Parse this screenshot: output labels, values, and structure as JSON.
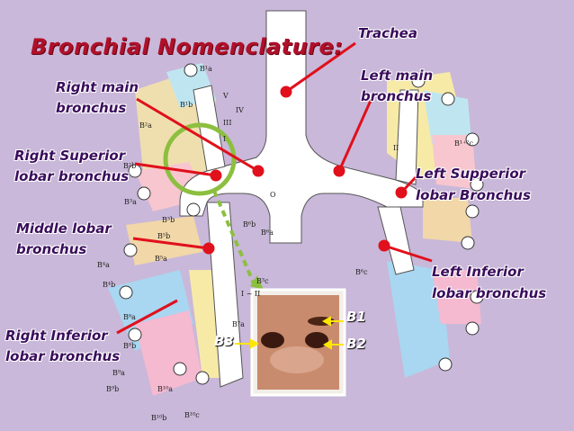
{
  "title": "Bronchial Nomenclature:",
  "labels": {
    "trachea": "Trachea",
    "right_main_1": "Right main",
    "right_main_2": "bronchus",
    "left_main_1": "Left main",
    "left_main_2": "bronchus",
    "right_superior_1": "Right Superior",
    "right_superior_2": "lobar bronchus",
    "left_superior_1": "Left Supperior",
    "left_superior_2": "lobar Bronchus",
    "middle_lobar_1": "Middle lobar",
    "middle_lobar_2": "bronchus",
    "left_inferior_1": "Left Inferior",
    "left_inferior_2": "lobar bronchus",
    "right_inferior_1": "Right Inferior",
    "right_inferior_2": "lobar bronchus"
  },
  "bronchoscopy": {
    "b1": "B1",
    "b2": "B2",
    "b3": "B3"
  },
  "segment_labels": [
    "B¹a",
    "B¹b",
    "B²a",
    "B²b",
    "B³a",
    "B³b",
    "B⁴a",
    "B⁴b",
    "B⁵a",
    "B⁵b",
    "B⁶a",
    "B⁶b",
    "B⁷a",
    "B⁸a",
    "B⁸b",
    "B⁹a",
    "B⁹b",
    "B¹⁰a",
    "B¹⁰b",
    "B¹⁰c",
    "B¹⁺²c",
    "B³c",
    "B⁶c",
    "V",
    "IV",
    "III",
    "II",
    "I",
    "O",
    "I ~ II"
  ],
  "colors": {
    "background": "#c9b8d9",
    "label_text": "#3a0d5c",
    "title_text": "#b0102a",
    "pointer": "#e0101c",
    "highlight_circle": "#8cbf3f",
    "arrow": "#8cbf3f",
    "b_arrow": "#ffe600"
  }
}
